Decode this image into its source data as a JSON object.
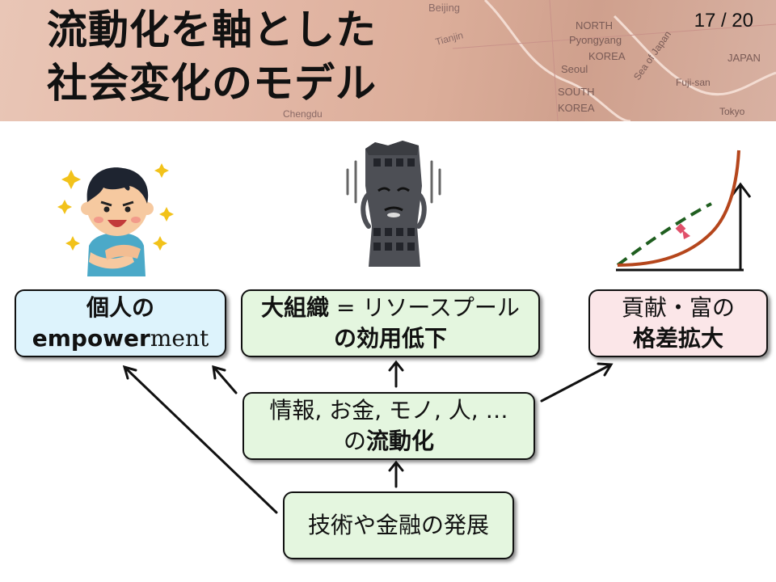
{
  "header": {
    "title_line1": "流動化を軸とした",
    "title_line2": "社会変化のモデル",
    "page_number": "17 / 20",
    "map_labels": [
      "Beijing",
      "NORTH",
      "Pyongyang",
      "KOREA",
      "Seoul",
      "SOUTH",
      "KOREA",
      "JAPAN",
      "Tianjin",
      "Sea of Japan",
      "Fuji-san",
      "Tokyo",
      "Chengdu"
    ]
  },
  "boxes": {
    "empowerment": {
      "line1": "個人の",
      "line2_bold": "empower",
      "line2_rest": "ment"
    },
    "organization": {
      "bold": "大組織",
      "rest": " = リソースプール",
      "line2": "の効用低下"
    },
    "gap": {
      "line1": "貢献・富の",
      "line2": "格差拡大"
    },
    "liquidity": {
      "line1": "情報, お金, モノ, 人, …",
      "line2_prefix": "の",
      "line2_bold": "流動化"
    },
    "technology": {
      "label": "技術や金融の発展"
    }
  },
  "colors": {
    "empowerment_box": "#ddf3fc",
    "green_box": "#e4f6df",
    "gap_box": "#fbe6e8",
    "curve_brown": "#b5461c",
    "dashed_green": "#1f5e1f",
    "gap_arrow": "#e0506a"
  },
  "icons": {
    "person": "confident-person-illustration",
    "building": "crumbling-building-illustration",
    "graph": "diverging-growth-curve-icon"
  }
}
